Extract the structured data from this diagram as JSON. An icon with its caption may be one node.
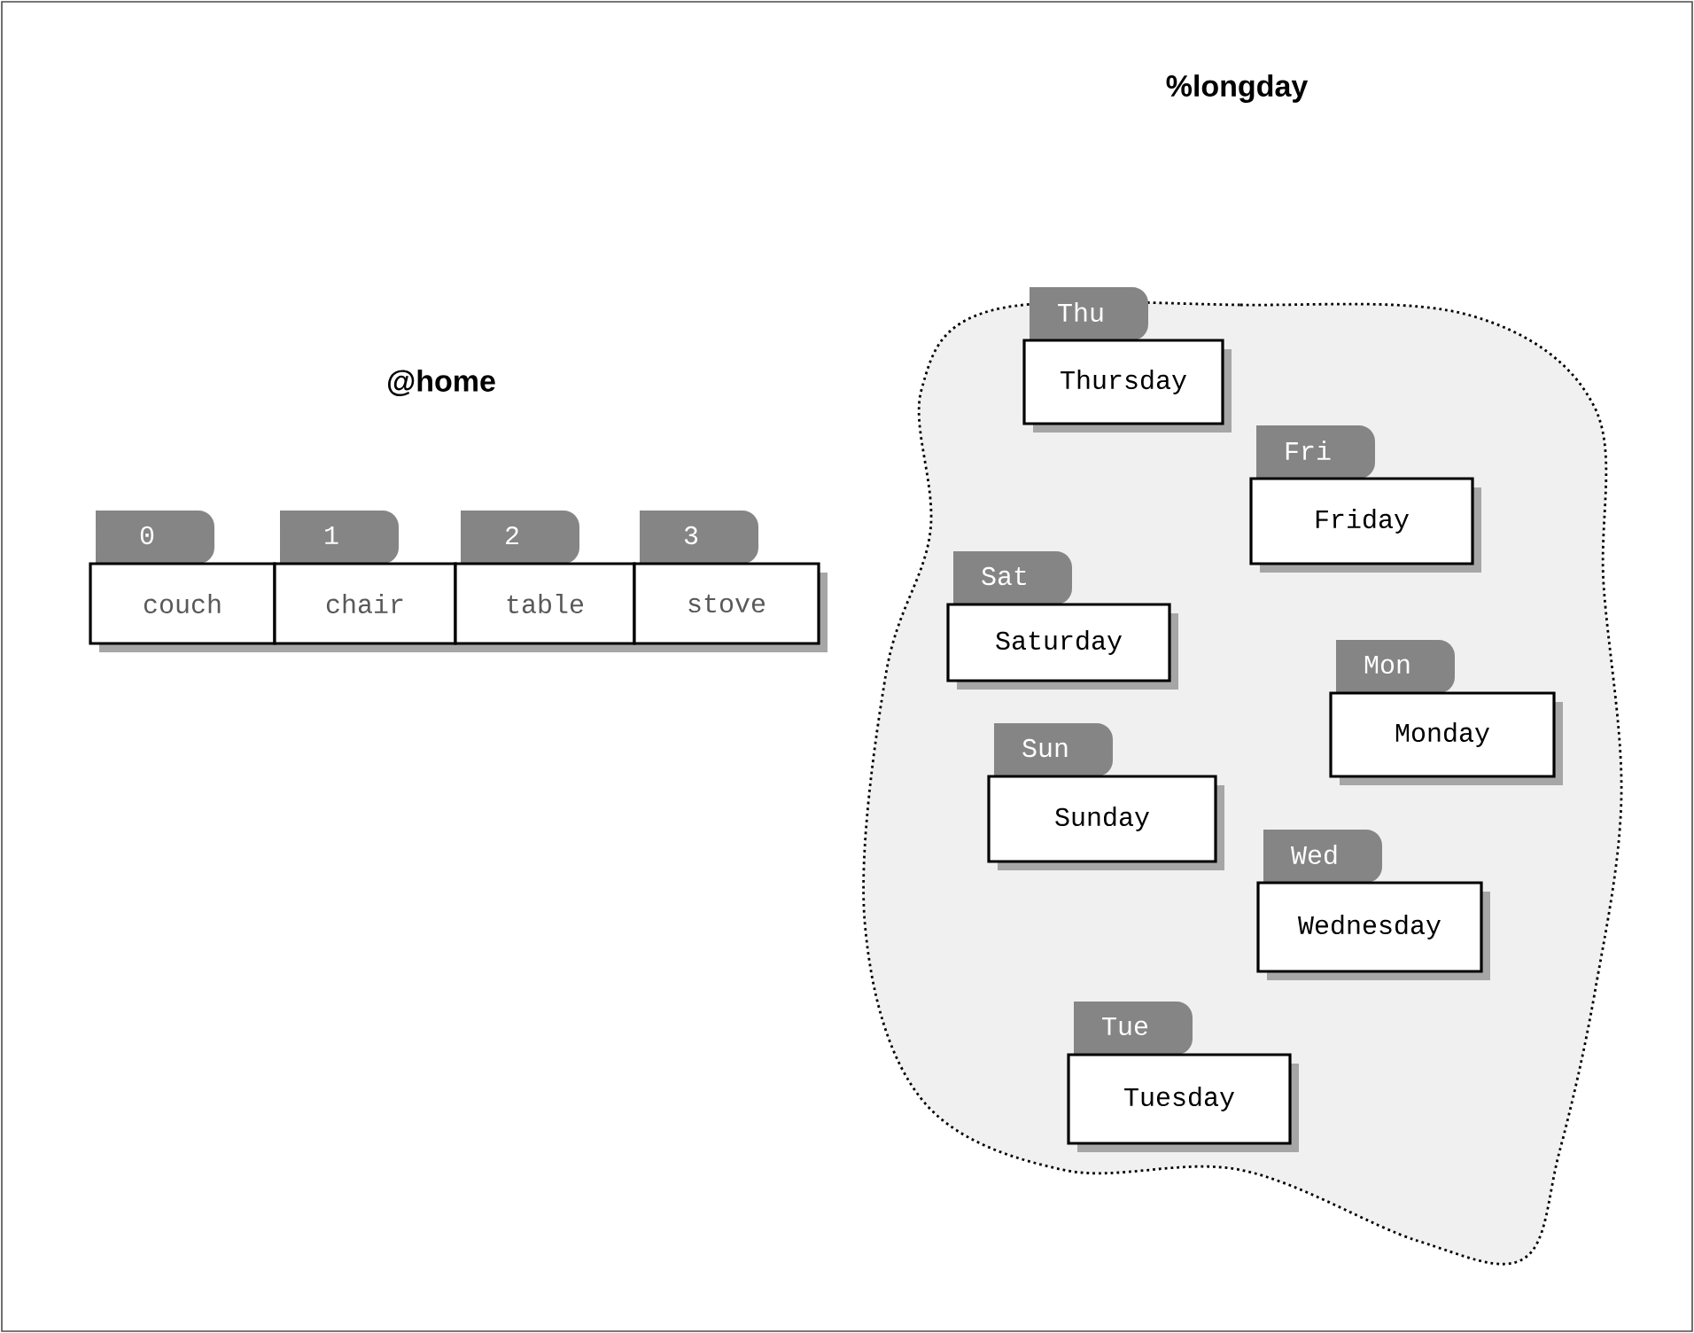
{
  "diagram": {
    "nodes": [
      {
        "text": [
          "0",
          "couch"
        ]
      },
      {
        "text": [
          "1",
          "chair"
        ]
      },
      {
        "text": [
          "2",
          "table"
        ]
      },
      {
        "text": [
          "3",
          "stove"
        ]
      },
      {
        "text": [],
        "shape": "cloud"
      },
      {
        "text": [
          "Thu",
          "Thursday"
        ],
        "in": 4
      },
      {
        "text": [
          "Fri",
          "Friday"
        ],
        "in": 4
      },
      {
        "text": [
          "Sat",
          "Saturday"
        ],
        "in": 4
      },
      {
        "text": [
          "Mon",
          "Monday"
        ],
        "in": 4
      },
      {
        "text": [
          "Sun",
          "Sunday"
        ],
        "in": 4
      },
      {
        "text": [
          "Wed",
          "Wednesday"
        ],
        "in": 4
      },
      {
        "text": [
          "Tue",
          "Tuesday"
        ],
        "in": 4
      }
    ],
    "labels": [
      "%longday",
      "@home"
    ]
  }
}
